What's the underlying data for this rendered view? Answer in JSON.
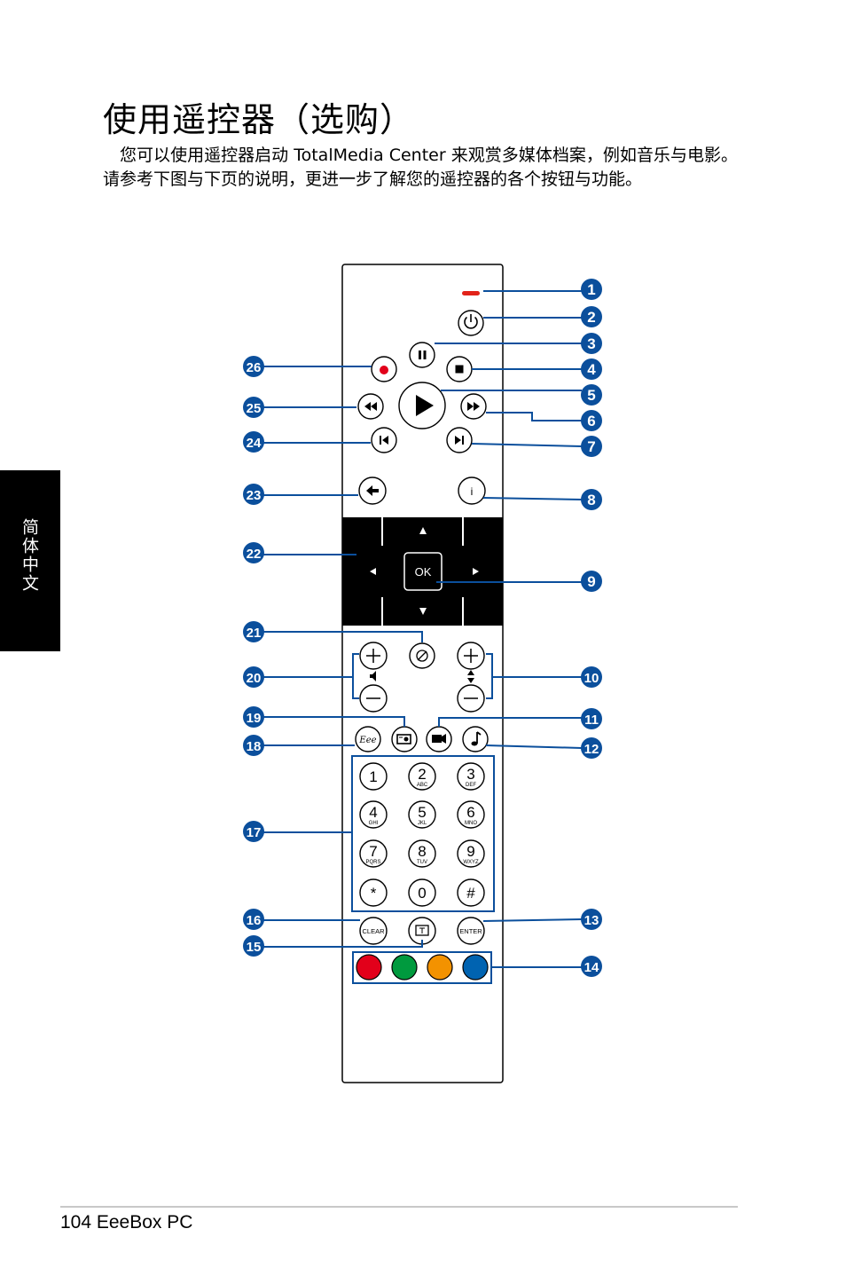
{
  "title": "使用遥控器（选购）",
  "intro": "　您可以使用遥控器启动 TotalMedia Center 来观赏多媒体档案，例如音乐与电影。请参考下图与下页的说明，更进一步了解您的遥控器的各个按钮与功能。",
  "side_tab": "简体中文",
  "footer": "104 EeeBox PC",
  "diagram": {
    "callouts": [
      "1",
      "2",
      "3",
      "4",
      "5",
      "6",
      "7",
      "8",
      "9",
      "10",
      "11",
      "12",
      "13",
      "14",
      "15",
      "16",
      "17",
      "18",
      "19",
      "20",
      "21",
      "22",
      "23",
      "24",
      "25",
      "26"
    ],
    "buttons": {
      "ok": "OK",
      "info": "i",
      "clear": "CLEAR",
      "enter": "ENTER",
      "eee": "Eee",
      "keypad": [
        {
          "digit": "1",
          "letters": ""
        },
        {
          "digit": "2",
          "letters": "ABC"
        },
        {
          "digit": "3",
          "letters": "DEF"
        },
        {
          "digit": "4",
          "letters": "GHI"
        },
        {
          "digit": "5",
          "letters": "JKL"
        },
        {
          "digit": "6",
          "letters": "MNO"
        },
        {
          "digit": "7",
          "letters": "PQRS"
        },
        {
          "digit": "8",
          "letters": "TUV"
        },
        {
          "digit": "9",
          "letters": "WXYZ"
        },
        {
          "digit": "*",
          "letters": ""
        },
        {
          "digit": "0",
          "letters": ""
        },
        {
          "digit": "#",
          "letters": ""
        }
      ]
    },
    "colors": {
      "callout_fill": "#0b4f9c",
      "led": "#e2231a",
      "record": "#e2001a",
      "color_keys": [
        "#e2001a",
        "#009a3e",
        "#f39200",
        "#0063b1"
      ]
    }
  }
}
